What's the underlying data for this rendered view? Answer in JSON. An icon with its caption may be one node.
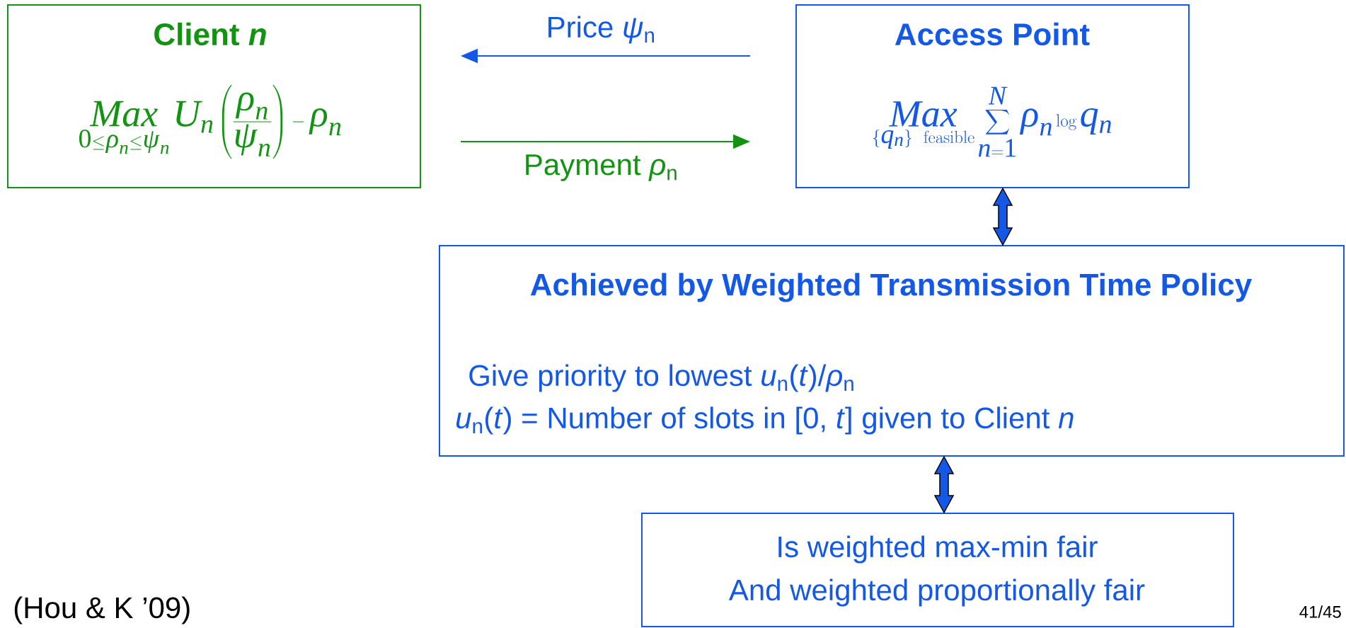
{
  "diagram": {
    "nodes": [
      {
        "text": [
          "Client *n*",
          "\\mathop{Max}\\limits_{0\\le\\rho_n\\le\\psi_n} U_n\\left(\\dfrac{\\rho_n}{\\psi_n}\\right)-\\rho_n"
        ]
      },
      {
        "text": [
          "Access Point",
          "\\mathop{Max}\\limits_{\\{q_n\\}\\ \\mathrm{feasible}}\\sum_{n=1}^{N}\\rho_n\\log q_n"
        ]
      },
      {
        "text": [
          "Achieved by Weighted Transmission Time Policy",
          "Give priority to lowest *u*$_{n}$(*t*)/*ρ*$_{n}$",
          "*u*$_{n}$(*t*) = Number of slots in [0, *t*] given to Client *n*"
        ]
      },
      {
        "text": [
          "Is weighted max-min fair",
          "And weighted proportionally fair"
        ]
      }
    ],
    "edges": [
      {
        "from": 1,
        "to": 0,
        "arrow": "to",
        "label": "Price *ψ*$_{n}$",
        "color": "#1358e6"
      },
      {
        "from": 0,
        "to": 1,
        "arrow": "to",
        "label": "Payment *ρ*$_{n}$",
        "color": "#129412"
      },
      {
        "from": 1,
        "to": 2,
        "arrow": "both",
        "style": "thick",
        "color": "#1358e6"
      },
      {
        "from": 2,
        "to": 3,
        "arrow": "both",
        "style": "thick",
        "color": "#1358e6"
      }
    ],
    "labels": [
      "(Hou & K ’09)",
      "41/45"
    ]
  }
}
